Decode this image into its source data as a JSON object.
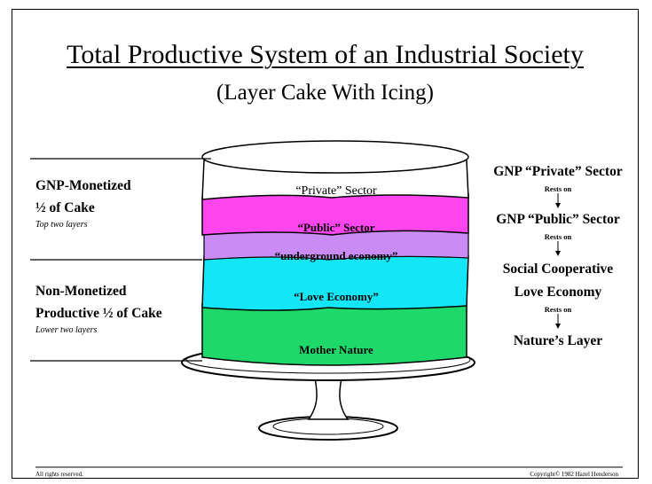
{
  "title": "Total Productive System of an Industrial Society",
  "subtitle": "(Layer Cake With Icing)",
  "left_annotations": [
    {
      "lines": [
        "GNP-Monetized",
        "½ of Cake"
      ],
      "note": "Top two layers"
    },
    {
      "lines": [
        "Non-Monetized",
        "Productive ½ of Cake"
      ],
      "note": "Lower two layers"
    }
  ],
  "layers": [
    {
      "label": "“Private” Sector",
      "color": "#ffffff"
    },
    {
      "label": "“Public” Sector",
      "color": "#ff45ee"
    },
    {
      "label": "“underground economy”",
      "color": "#c98cf5"
    },
    {
      "label": "“Love Economy”",
      "color": "#12e6f7"
    },
    {
      "label": "Mother Nature",
      "color": "#1fd86a"
    }
  ],
  "right_chain": {
    "items": [
      "GNP “Private” Sector",
      "GNP “Public” Sector",
      "Social Cooperative",
      "Love Economy",
      "Nature’s Layer"
    ],
    "connector": "Rests on"
  },
  "footer": {
    "left": "All rights reserved.",
    "right": "Copyright© 1982 Hazel Henderson"
  }
}
